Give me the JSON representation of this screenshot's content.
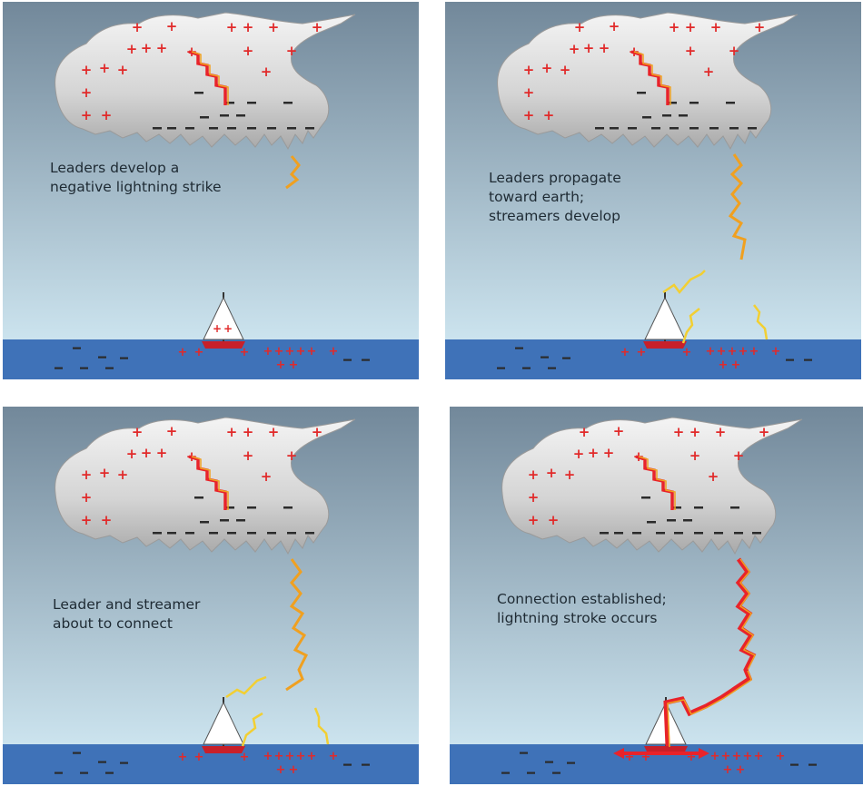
{
  "panels": [
    {
      "id": "p1",
      "stage": 1,
      "caption": "Leaders develop a\nnegative lightning strike"
    },
    {
      "id": "p2",
      "stage": 2,
      "caption": "Leaders  propagate\ntoward earth;\nstreamers develop"
    },
    {
      "id": "p3",
      "stage": 3,
      "caption": "Leader and streamer\nabout to connect"
    },
    {
      "id": "p4",
      "stage": 4,
      "caption": "Connection established;\nlightning stroke occurs"
    }
  ],
  "colors": {
    "sky_top": "#72889a",
    "sky_bottom": "#d6eef8",
    "sea": "#3f72b8",
    "cloud": "#d4d4d4",
    "positive": "#e12a2a",
    "negative": "#2b2b2b",
    "leader": "#f0a020",
    "streamer": "#f2cf33",
    "stroke": "#e8232a",
    "boat_hull": "#c8202a"
  },
  "icons": {
    "positive": "plus-sign",
    "negative": "minus-sign",
    "boat": "sailboat-icon"
  }
}
